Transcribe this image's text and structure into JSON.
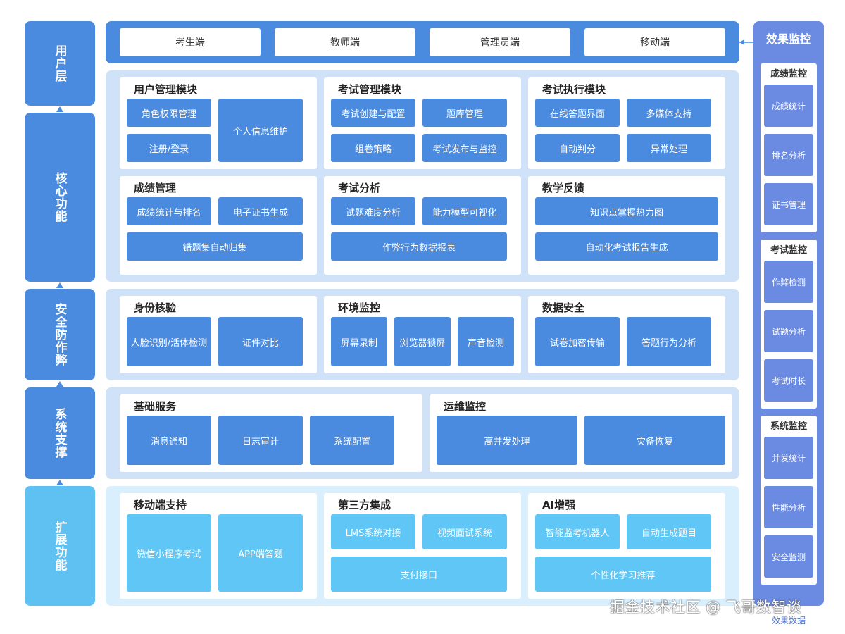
{
  "layers": {
    "user": "用户层",
    "core": "核心功能",
    "security": "安全防作弊",
    "system": "系统支撑",
    "extension": "扩展功能"
  },
  "user_layer": {
    "tabs": [
      "考生端",
      "教师端",
      "管理员端",
      "移动端"
    ]
  },
  "core": {
    "user_mgmt": {
      "title": "用户管理模块",
      "items": [
        "角色权限管理",
        "个人信息维护",
        "注册/登录"
      ]
    },
    "exam_mgmt": {
      "title": "考试管理模块",
      "items": [
        "考试创建与配置",
        "题库管理",
        "组卷策略",
        "考试发布与监控"
      ]
    },
    "exam_exec": {
      "title": "考试执行模块",
      "items": [
        "在线答题界面",
        "多媒体支持",
        "自动判分",
        "异常处理"
      ]
    },
    "score_mgmt": {
      "title": "成绩管理",
      "items": [
        "成绩统计与排名",
        "电子证书生成",
        "错题集自动归集"
      ]
    },
    "exam_analysis": {
      "title": "考试分析",
      "items": [
        "试题难度分析",
        "能力模型可视化",
        "作弊行为数据报表"
      ]
    },
    "teaching_feedback": {
      "title": "教学反馈",
      "items": [
        "知识点掌握热力图",
        "自动化考试报告生成"
      ]
    }
  },
  "security": {
    "identity": {
      "title": "身份核验",
      "items": [
        "人脸识别/活体检测",
        "证件对比"
      ]
    },
    "env": {
      "title": "环境监控",
      "items": [
        "屏幕录制",
        "浏览器锁屏",
        "声音检测"
      ]
    },
    "data": {
      "title": "数据安全",
      "items": [
        "试卷加密传输",
        "答题行为分析"
      ]
    }
  },
  "system": {
    "base": {
      "title": "基础服务",
      "items": [
        "消息通知",
        "日志审计",
        "系统配置"
      ]
    },
    "ops": {
      "title": "运维监控",
      "items": [
        "高并发处理",
        "灾备恢复"
      ]
    }
  },
  "extension": {
    "mobile": {
      "title": "移动端支持",
      "items": [
        "微信小程序考试",
        "APP端答题"
      ]
    },
    "third": {
      "title": "第三方集成",
      "items": [
        "LMS系统对接",
        "视频面试系统",
        "支付接口"
      ]
    },
    "ai": {
      "title": "AI增强",
      "items": [
        "智能监考机器人",
        "自动生成题目",
        "个性化学习推荐"
      ]
    }
  },
  "monitor": {
    "title": "效果监控",
    "groups": [
      {
        "title": "成绩监控",
        "items": [
          "成绩统计",
          "排名分析",
          "证书管理"
        ]
      },
      {
        "title": "考试监控",
        "items": [
          "作弊检测",
          "试题分析",
          "考试时长"
        ]
      },
      {
        "title": "系统监控",
        "items": [
          "并发统计",
          "性能分析",
          "安全监测"
        ]
      }
    ],
    "footer": "效果数据"
  },
  "watermark": "掘金技术社区 @ 飞哥数智谈",
  "colors": {
    "primary": "#4a8be0",
    "light": "#5fc6f5",
    "monitor": "#6b8be2",
    "layer_bg": "#cfe2f8"
  }
}
